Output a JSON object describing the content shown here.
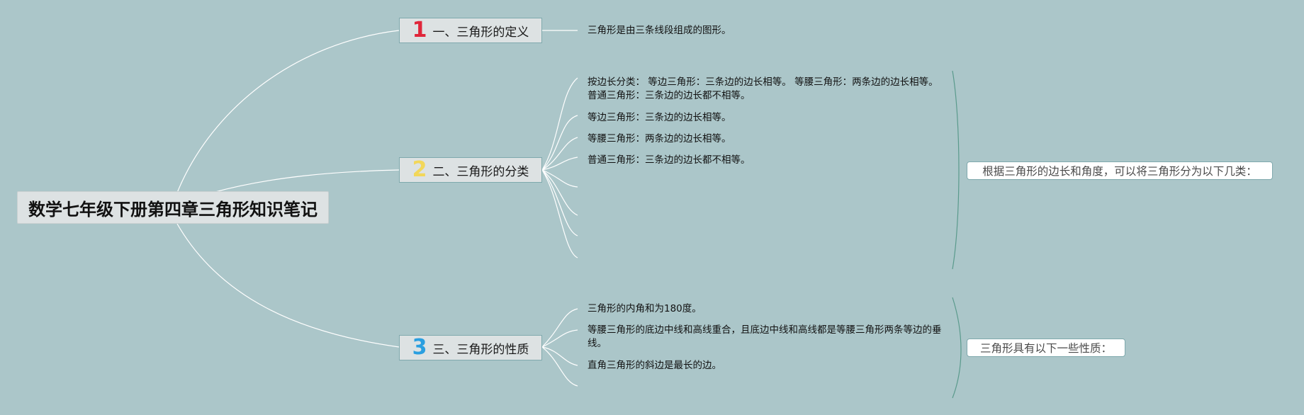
{
  "root": {
    "title": "数学七年级下册第四章三角形知识笔记"
  },
  "branches": [
    {
      "num": "1",
      "num_color": "#e0263a",
      "label": "一、三角形的定义",
      "leaves": [
        "三角形是由三条线段组成的图形。"
      ]
    },
    {
      "num": "2",
      "num_color": "#f2d75a",
      "label": "二、三角形的分类",
      "leaves": [
        "按边长分类： 等边三角形：三条边的边长相等。 等腰三角形：两条边的边长相等。 普通三角形：三条边的边长都不相等。",
        "等边三角形：三条边的边长相等。",
        "等腰三角形：两条边的边长相等。",
        "普通三角形：三条边的边长都不相等。"
      ],
      "summary": "根据三角形的边长和角度，可以将三角形分为以下几类："
    },
    {
      "num": "3",
      "num_color": "#2a9fe0",
      "label": "三、三角形的性质",
      "leaves": [
        "三角形的内角和为180度。",
        "等腰三角形的底边中线和高线重合，且底边中线和高线都是等腰三角形两条等边的垂线。",
        "直角三角形的斜边是最长的边。"
      ],
      "summary": "三角形具有以下一些性质："
    }
  ],
  "colors": {
    "background": "#abc6c9",
    "connector": "#ffffff",
    "bracket": "#5a9a8c"
  }
}
